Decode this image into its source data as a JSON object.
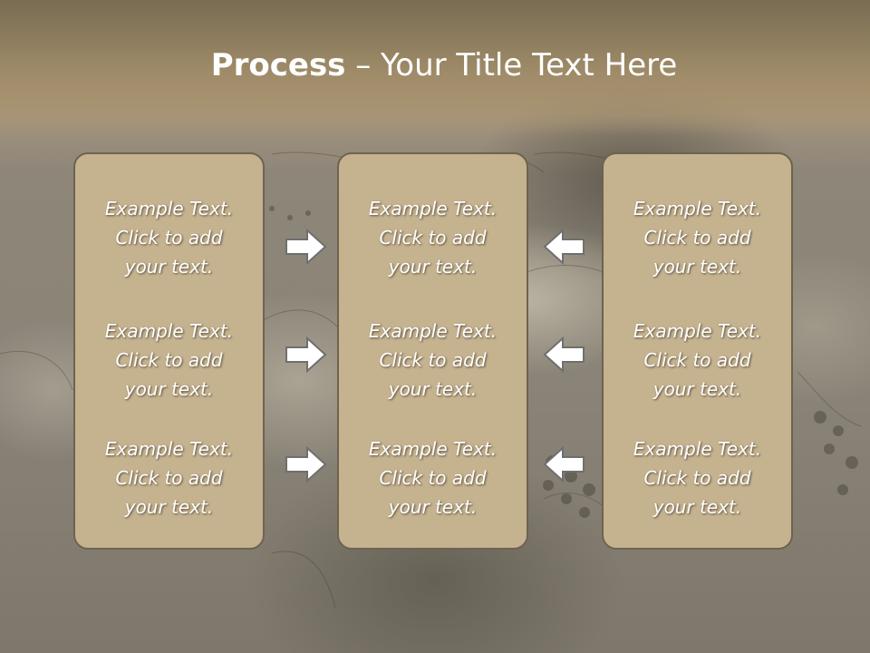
{
  "title": {
    "strong": "Process",
    "rest": " – Your Title Text Here"
  },
  "columns": [
    {
      "blocks": [
        {
          "lines": [
            "Example Text.",
            "Click  to add",
            "your text."
          ]
        },
        {
          "lines": [
            "Example Text.",
            "Click  to add",
            "your text."
          ]
        },
        {
          "lines": [
            "Example Text.",
            "Click  to add",
            "your text."
          ]
        }
      ]
    },
    {
      "blocks": [
        {
          "lines": [
            "Example Text.",
            "Click  to add",
            "your text."
          ]
        },
        {
          "lines": [
            "Example Text.",
            "Click  to add",
            "your text."
          ]
        },
        {
          "lines": [
            "Example Text.",
            "Click  to add",
            "your text."
          ]
        }
      ]
    },
    {
      "blocks": [
        {
          "lines": [
            "Example Text.",
            "Click  to add",
            "your text."
          ]
        },
        {
          "lines": [
            "Example Text.",
            "Click  to add",
            "your text."
          ]
        },
        {
          "lines": [
            "Example Text.",
            "Click  to add",
            "your text."
          ]
        }
      ]
    }
  ],
  "arrows": {
    "left_group": "arrow-right-icon",
    "right_group": "arrow-left-icon"
  },
  "colors": {
    "panel_fill": "#c5b28f",
    "panel_border": "#6e634f",
    "text": "#ffffff",
    "arrow_fill": "#ffffff",
    "arrow_stroke": "#6f6f6f"
  }
}
